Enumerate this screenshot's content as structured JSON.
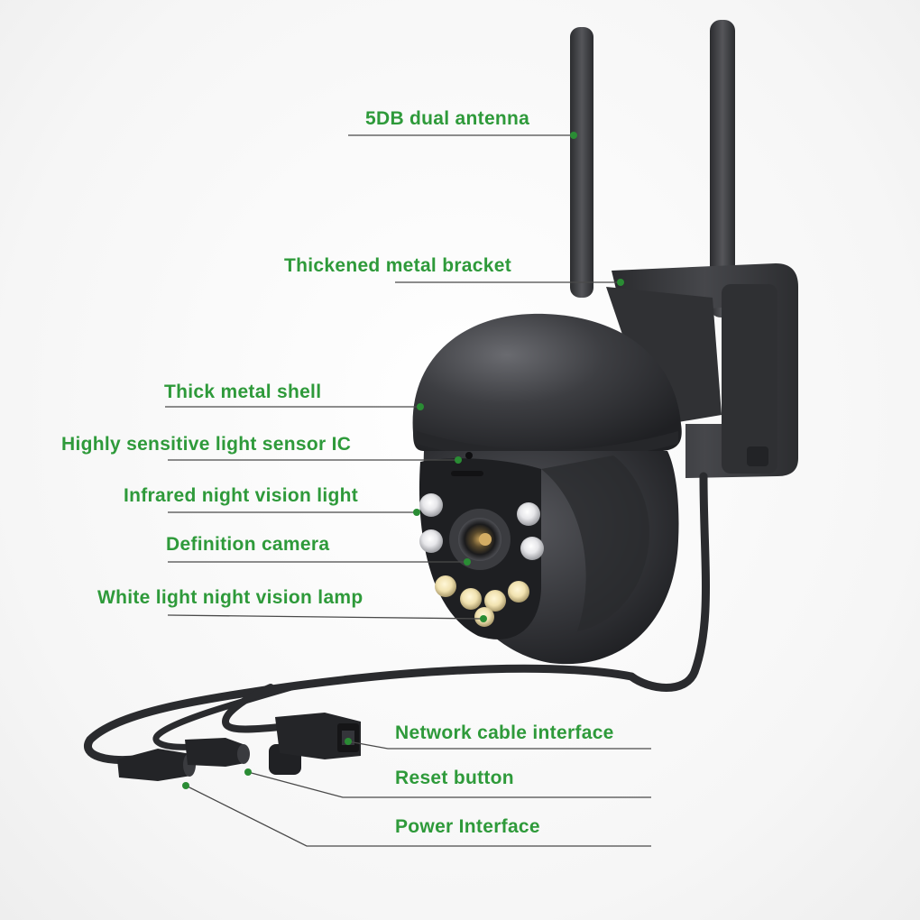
{
  "colors": {
    "label_green": "#2e9a3a",
    "leader_line": "#4a4a4a",
    "dot_green": "#2a8c34",
    "camera_body": "#3a3b3e",
    "background": "#f6f6f6"
  },
  "callouts": [
    {
      "id": "antenna",
      "label": "5DB dual antenna"
    },
    {
      "id": "bracket",
      "label": "Thickened metal bracket"
    },
    {
      "id": "shell",
      "label": "Thick metal shell"
    },
    {
      "id": "light-sensor",
      "label": "Highly sensitive light sensor IC"
    },
    {
      "id": "infrared",
      "label": "Infrared night vision light"
    },
    {
      "id": "camera",
      "label": "Definition camera"
    },
    {
      "id": "white-light",
      "label": "White light night vision lamp"
    },
    {
      "id": "network",
      "label": "Network cable interface"
    },
    {
      "id": "reset",
      "label": "Reset button"
    },
    {
      "id": "power",
      "label": "Power Interface"
    }
  ]
}
